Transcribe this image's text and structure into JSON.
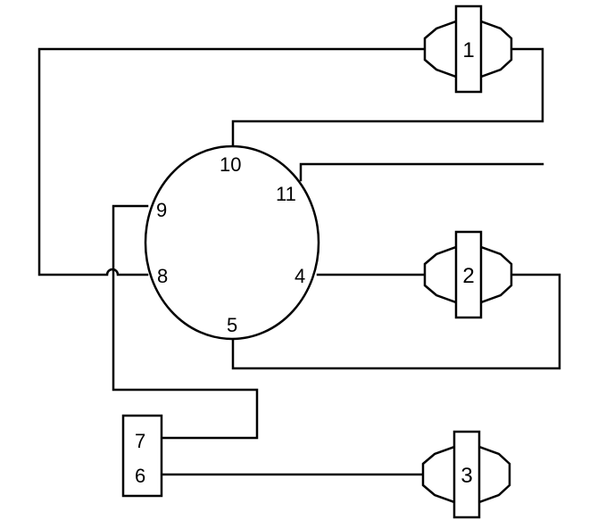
{
  "distributor": {
    "terminals": {
      "t10": "10",
      "t11": "11",
      "t9": "9",
      "t8": "8",
      "t4": "4",
      "t5": "5"
    }
  },
  "connector": {
    "pins": {
      "p7": "7",
      "p6": "6"
    }
  },
  "coils": [
    {
      "label": "1"
    },
    {
      "label": "2"
    },
    {
      "label": "3"
    }
  ],
  "colors": {
    "line": "#000000",
    "background": "#ffffff"
  }
}
